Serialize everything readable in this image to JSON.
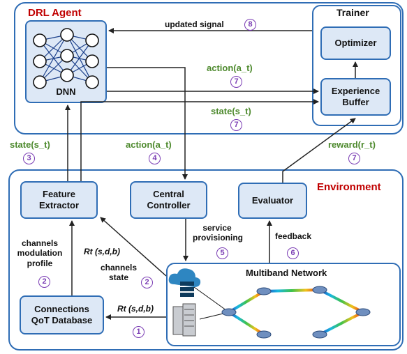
{
  "drl_agent": {
    "title": "DRL Agent"
  },
  "dnn": {
    "label": "DNN"
  },
  "trainer": {
    "title": "Trainer",
    "optimizer": "Optimizer",
    "buffer": "Experience Buffer"
  },
  "environment": {
    "title": "Environment"
  },
  "feature_extractor": "Feature Extractor",
  "central_controller": "Central Controller",
  "evaluator": "Evaluator",
  "connections_db": "Connections QoT Database",
  "multiband_network": "Multiband Network",
  "labels": {
    "updated_signal": "updated signal",
    "action_inner": "action(a_t)",
    "state_inner": "state(s_t)",
    "state_outer": "state(s_t)",
    "action_outer": "action(a_t)",
    "reward": "reward(r_t)",
    "service_provisioning": "service provisioning",
    "feedback": "feedback",
    "channels_modulation_profile": "channels modulation profile",
    "rt_upper": "Rt (s,d,b)",
    "channels_state": "channels state",
    "rt_lower": "Rt (s,d,b)"
  },
  "step_numbers": {
    "updated_signal": "8",
    "action_inner": "7",
    "state_inner": "7",
    "state_outer": "3",
    "action_outer": "4",
    "reward": "7",
    "service_provisioning": "5",
    "feedback": "6",
    "profile": "2",
    "channels_state": "2",
    "rt_lower": "1"
  },
  "colors": {
    "container": "#2f6db5",
    "box_fill": "#dde8f6",
    "title_red": "#c00000",
    "green": "#4e8a2e",
    "purple": "#7a3cb4"
  }
}
